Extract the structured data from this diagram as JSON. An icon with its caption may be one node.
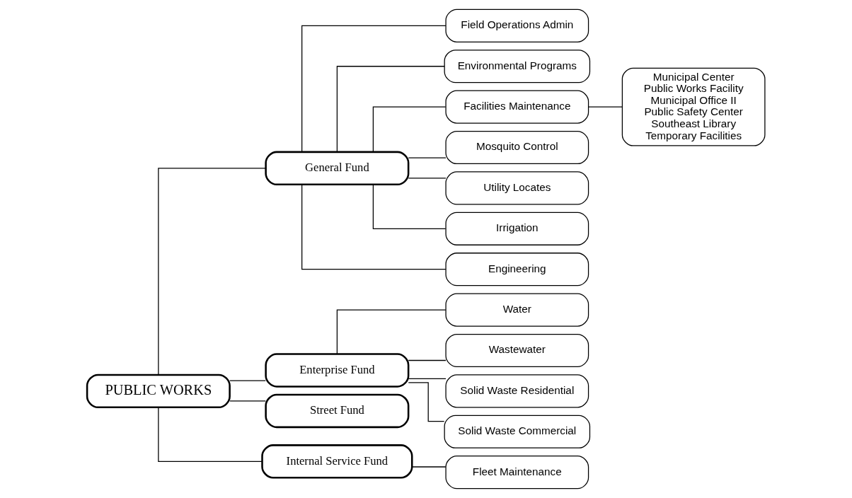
{
  "diagram": {
    "nodes": [
      {
        "text": [
          "PUBLIC WORKS"
        ]
      },
      {
        "text": [
          "General Fund"
        ]
      },
      {
        "text": [
          "Field Operations Admin"
        ]
      },
      {
        "text": [
          "Environmental Programs"
        ]
      },
      {
        "text": [
          "Facilities Maintenance"
        ]
      },
      {
        "text": [
          "Municipal Center",
          "Public Works Facility",
          "Municipal Office II",
          "Public Safety Center",
          "Southeast Library",
          "Temporary Facilities"
        ]
      },
      {
        "text": [
          "Mosquito Control"
        ]
      },
      {
        "text": [
          "Utility Locates"
        ]
      },
      {
        "text": [
          "Irrigation"
        ]
      },
      {
        "text": [
          "Engineering"
        ]
      },
      {
        "text": [
          "Enterprise Fund"
        ]
      },
      {
        "text": [
          "Water"
        ]
      },
      {
        "text": [
          "Wastewater"
        ]
      },
      {
        "text": [
          "Solid Waste Residential"
        ]
      },
      {
        "text": [
          "Solid Waste Commercial"
        ]
      },
      {
        "text": [
          "Street Fund"
        ]
      },
      {
        "text": [
          "Internal Service Fund"
        ]
      },
      {
        "text": [
          "Fleet Maintenance"
        ]
      }
    ],
    "edges": [
      {
        "from": 0,
        "to": 1,
        "arrow": "none"
      },
      {
        "from": 0,
        "to": 10,
        "arrow": "none"
      },
      {
        "from": 0,
        "to": 15,
        "arrow": "none"
      },
      {
        "from": 0,
        "to": 16,
        "arrow": "none"
      },
      {
        "from": 1,
        "to": 2,
        "arrow": "none"
      },
      {
        "from": 1,
        "to": 3,
        "arrow": "none"
      },
      {
        "from": 1,
        "to": 4,
        "arrow": "none"
      },
      {
        "from": 4,
        "to": 5,
        "arrow": "none"
      },
      {
        "from": 1,
        "to": 6,
        "arrow": "none"
      },
      {
        "from": 1,
        "to": 7,
        "arrow": "none"
      },
      {
        "from": 1,
        "to": 8,
        "arrow": "none"
      },
      {
        "from": 1,
        "to": 9,
        "arrow": "none"
      },
      {
        "from": 10,
        "to": 11,
        "arrow": "none"
      },
      {
        "from": 10,
        "to": 12,
        "arrow": "none"
      },
      {
        "from": 10,
        "to": 13,
        "arrow": "none"
      },
      {
        "from": 10,
        "to": 14,
        "arrow": "none"
      },
      {
        "from": 16,
        "to": 17,
        "arrow": "none"
      }
    ]
  }
}
